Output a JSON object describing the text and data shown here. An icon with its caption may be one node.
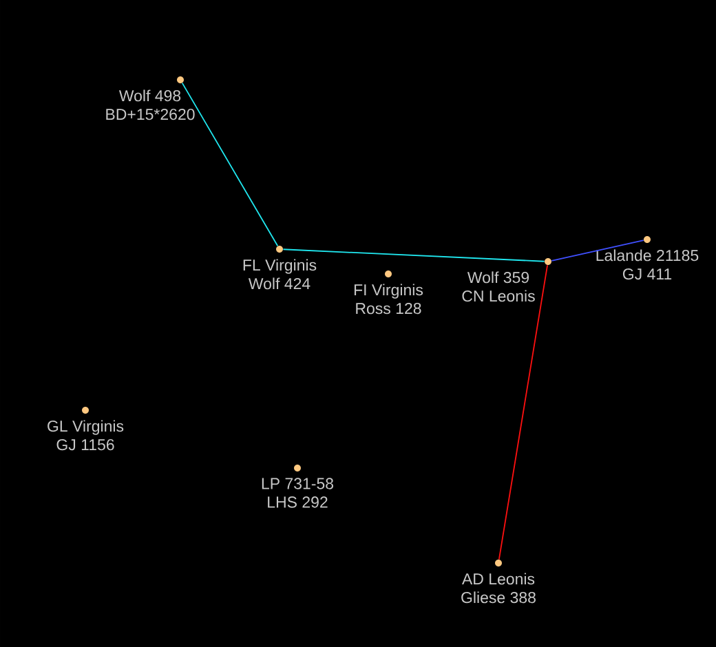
{
  "diagram": {
    "nodes": [
      {
        "text": [
          "Wolf 498",
          "BD+15*2620"
        ]
      },
      {
        "text": [
          "FL Virginis",
          "Wolf 424"
        ]
      },
      {
        "text": [
          "FI Virginis",
          "Ross 128"
        ]
      },
      {
        "text": [
          "Wolf 359",
          "CN Leonis"
        ]
      },
      {
        "text": [
          "Lalande 21185",
          "GJ 411"
        ]
      },
      {
        "text": [
          "GL Virginis",
          "GJ 1156"
        ]
      },
      {
        "text": [
          "LP 731-58",
          "LHS 292"
        ]
      },
      {
        "text": [
          "AD Leonis",
          "Gliese 388"
        ]
      }
    ],
    "edges": [
      {
        "from": 0,
        "to": 1,
        "arrow": "none"
      },
      {
        "from": 1,
        "to": 3,
        "arrow": "none"
      },
      {
        "from": 3,
        "to": 4,
        "arrow": "none",
        "color": "#4050ff"
      },
      {
        "from": 3,
        "to": 7,
        "arrow": "none",
        "color": "#ff1010"
      }
    ]
  }
}
